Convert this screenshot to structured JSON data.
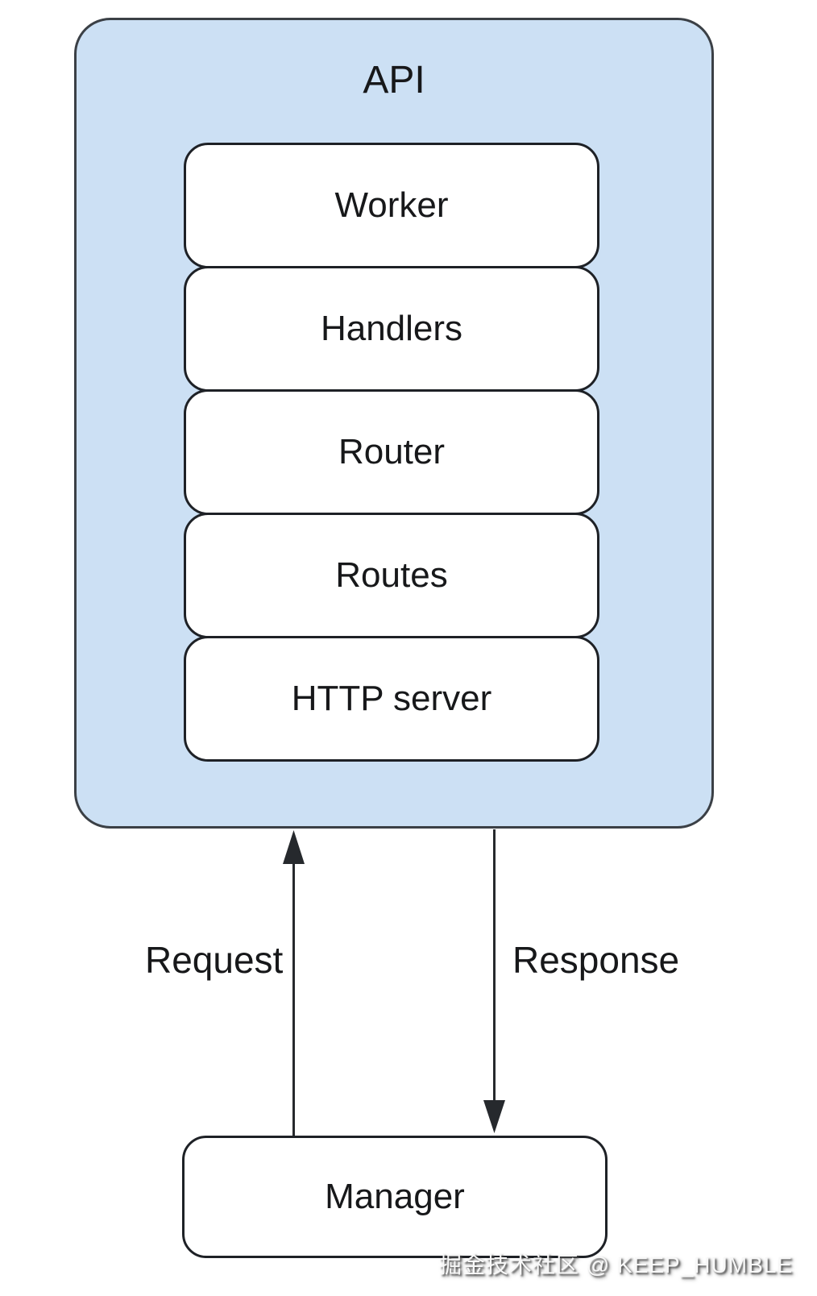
{
  "diagram": {
    "container": {
      "id": "api",
      "label": "API",
      "children": [
        {
          "id": "worker",
          "label": "Worker"
        },
        {
          "id": "handlers",
          "label": "Handlers"
        },
        {
          "id": "router",
          "label": "Router"
        },
        {
          "id": "routes",
          "label": "Routes"
        },
        {
          "id": "http-server",
          "label": "HTTP server"
        }
      ]
    },
    "external_nodes": [
      {
        "id": "manager",
        "label": "Manager"
      }
    ],
    "edges": [
      {
        "from": "manager",
        "to": "api",
        "label": "Request",
        "direction": "up"
      },
      {
        "from": "api",
        "to": "manager",
        "label": "Response",
        "direction": "down"
      }
    ]
  },
  "watermark": {
    "text": "掘金技术社区 @ KEEP_HUMBLE"
  },
  "colors": {
    "container_fill": "#cce0f4",
    "container_stroke": "#3b4046",
    "node_fill": "#ffffff",
    "node_stroke": "#1e2126",
    "arrow_stroke": "#26292d",
    "text_color": "#17181a",
    "watermark_color": "#f8f8f8",
    "canvas_bg": "#ffffff"
  }
}
